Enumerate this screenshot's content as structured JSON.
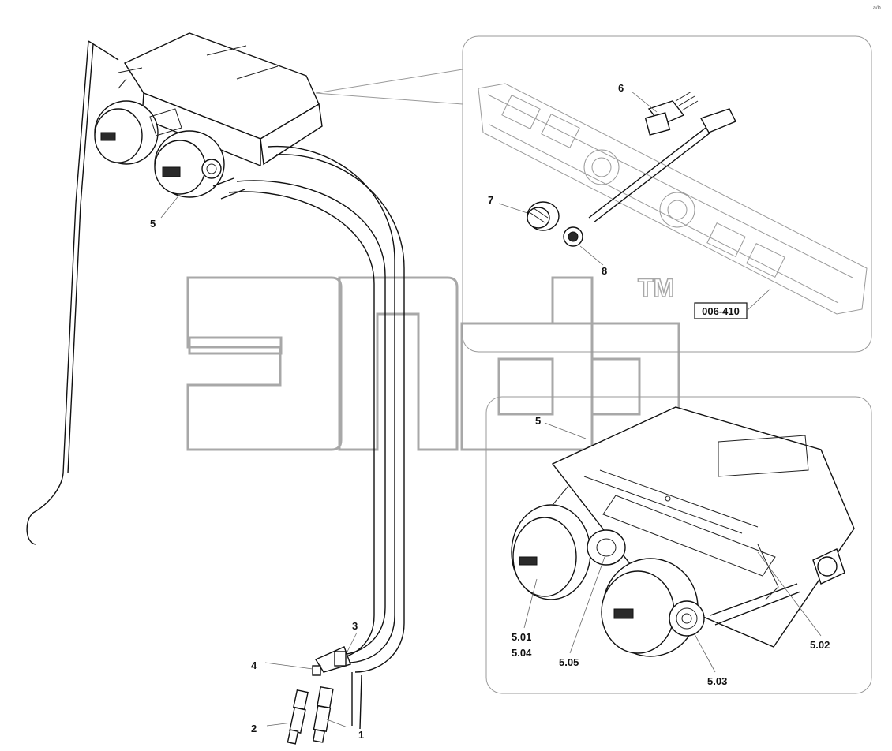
{
  "callouts": {
    "c1": "1",
    "c2": "2",
    "c3": "3",
    "c4": "4",
    "c5_main": "5",
    "c5_detail": "5",
    "c6": "6",
    "c7": "7",
    "c8": "8",
    "c501": "5.01",
    "c504": "5.04",
    "c505": "5.05",
    "c502": "5.02",
    "c503": "5.03"
  },
  "reference_box": "006-410",
  "watermark": {
    "trademark": "TM"
  },
  "corner_mark": "a/b"
}
